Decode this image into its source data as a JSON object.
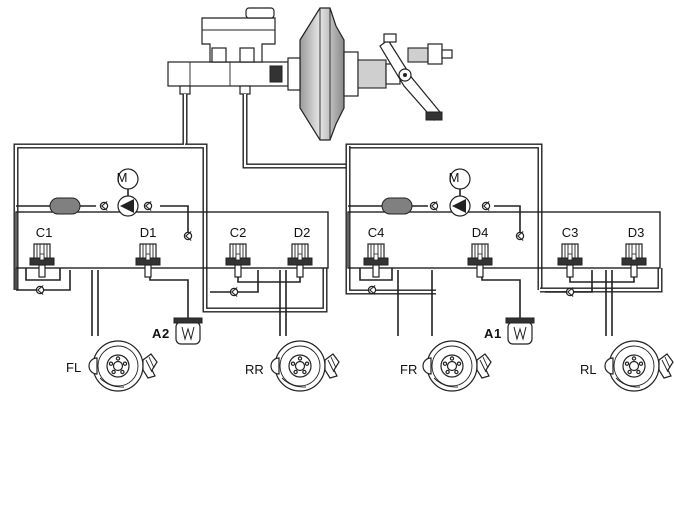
{
  "diagram": {
    "labels": {
      "c1": "C1",
      "d1": "D1",
      "c2": "C2",
      "d2": "D2",
      "c4": "C4",
      "d4": "D4",
      "c3": "C3",
      "d3": "D3",
      "m_left": "M",
      "m_right": "M",
      "a2_letter": "A",
      "a2_num": "2",
      "a1_letter": "A",
      "a1_num": "1",
      "fl": "FL",
      "rr": "RR",
      "fr": "FR",
      "rl": "RL"
    },
    "colors": {
      "line": "#222222",
      "pump_accumulator": "#808080",
      "background": "#ffffff"
    }
  }
}
